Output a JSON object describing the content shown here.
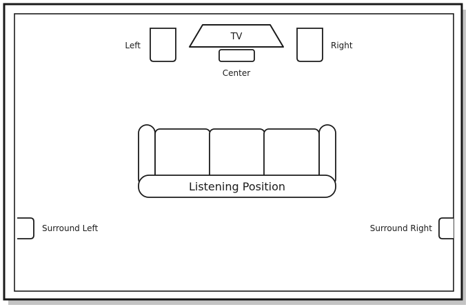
{
  "labels": {
    "tv": "TV",
    "left": "Left",
    "right": "Right",
    "center": "Center",
    "listening_position": "Listening Position",
    "surround_left": "Surround Left",
    "surround_right": "Surround Right"
  },
  "colors": {
    "stroke": "#1a1a1a",
    "background": "#ffffff",
    "shadow": "#bdbdbd"
  }
}
